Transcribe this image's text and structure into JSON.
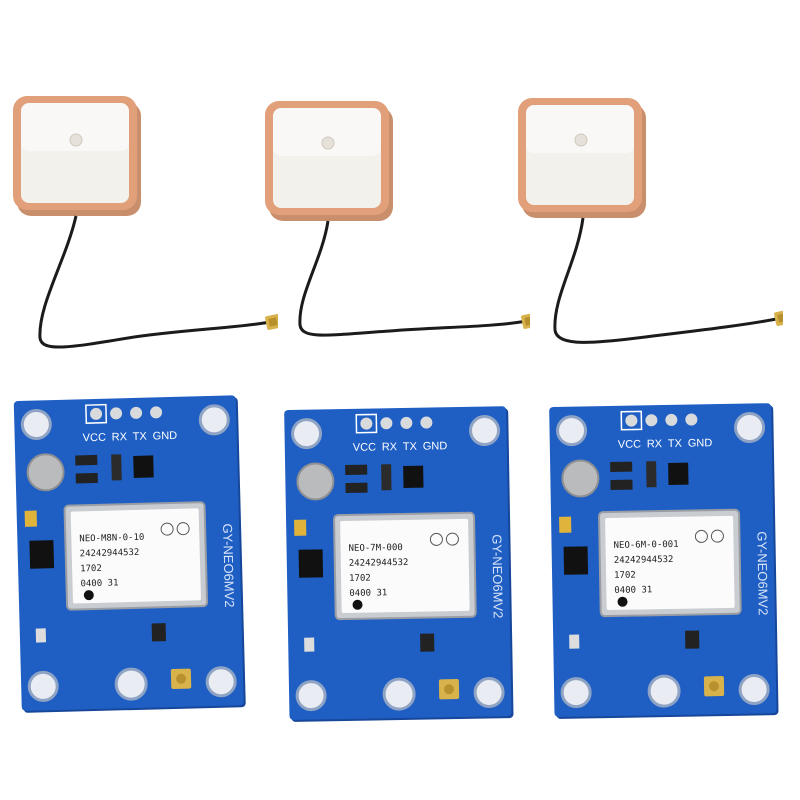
{
  "colors": {
    "pcb": "#1f5fc4",
    "pcb_dark": "#17479a",
    "patch_edge": "#e1a079",
    "patch_face": "#f3f1ec",
    "cable": "#1b1b1b",
    "connector": "#d8b24a",
    "shield": "#d9dadb"
  },
  "antennas": [
    {
      "icon": "gps-patch-antenna"
    },
    {
      "icon": "gps-patch-antenna"
    },
    {
      "icon": "gps-patch-antenna"
    }
  ],
  "modules": [
    {
      "pins": [
        "VCC",
        "RX",
        "TX",
        "GND"
      ],
      "side_label": "GY-NEO6MV2",
      "chip_lines": [
        "NEO-M8N-0-10",
        "24242944532",
        "1702",
        "0400  31"
      ]
    },
    {
      "pins": [
        "VCC",
        "RX",
        "TX",
        "GND"
      ],
      "side_label": "GY-NEO6MV2",
      "chip_lines": [
        "NEO-7M-000",
        "24242944532",
        "1702",
        "0400  31"
      ]
    },
    {
      "pins": [
        "VCC",
        "RX",
        "TX",
        "GND"
      ],
      "side_label": "GY-NEO6MV2",
      "chip_lines": [
        "NEO-6M-0-001",
        "24242944532",
        "1702",
        "0400  31"
      ]
    }
  ]
}
